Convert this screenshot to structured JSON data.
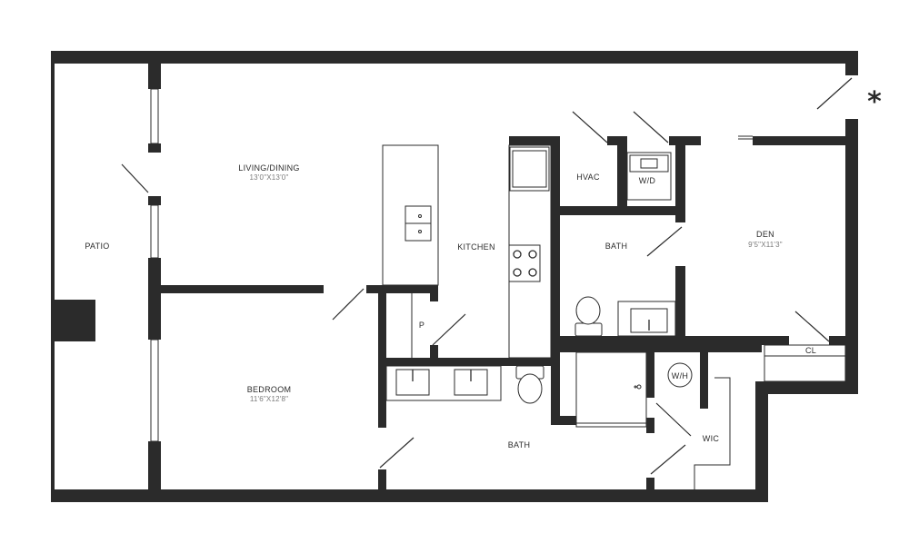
{
  "rooms": {
    "patio": "PATIO",
    "living": "LIVING/DINING",
    "living_dim": "13'0\"X13'0\"",
    "kitchen": "KITCHEN",
    "hvac": "HVAC",
    "wd": "W/D",
    "bath_upper": "BATH",
    "den": "DEN",
    "den_dim": "9'5\"X11'3\"",
    "pantry": "P",
    "bedroom": "BEDROOM",
    "bedroom_dim": "11'6\"X12'8\"",
    "wh": "W/H",
    "cl": "CL",
    "bath_lower": "BATH",
    "wic": "WIC"
  },
  "marker": "*",
  "colors": {
    "wall": "#2b2b2b",
    "background": "#ffffff"
  }
}
